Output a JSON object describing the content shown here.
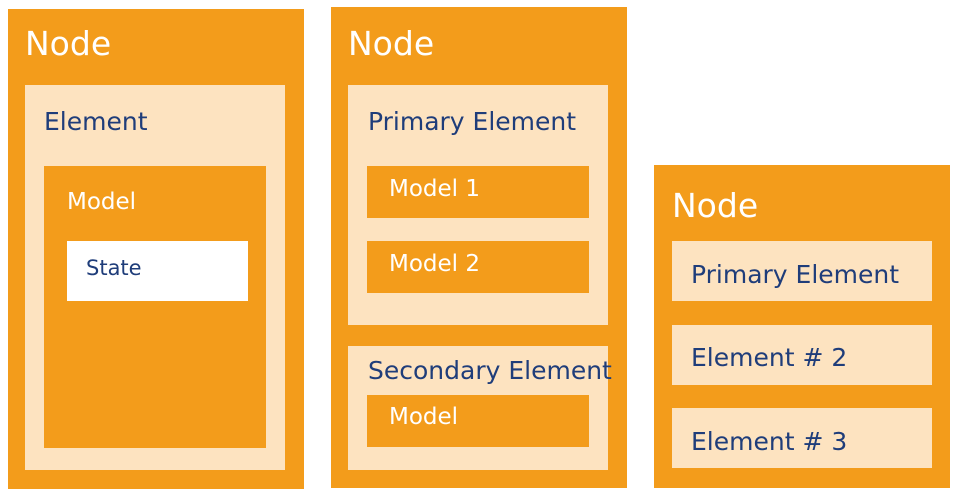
{
  "colors": {
    "node": "#f39c1b",
    "element": "#fde3c0",
    "state": "#ffffff",
    "text_dark": "#1f3d7a",
    "text_light": "#ffffff"
  },
  "nodes": [
    {
      "title": "Node",
      "element": {
        "label": "Element",
        "model": {
          "label": "Model",
          "state": "State"
        }
      }
    },
    {
      "title": "Node",
      "primary_element": {
        "label": "Primary Element",
        "models": [
          "Model 1",
          "Model 2"
        ]
      },
      "secondary_element": {
        "label": "Secondary Element",
        "model": "Model"
      }
    },
    {
      "title": "Node",
      "elements": [
        "Primary Element",
        "Element # 2",
        "Element # 3"
      ]
    }
  ]
}
